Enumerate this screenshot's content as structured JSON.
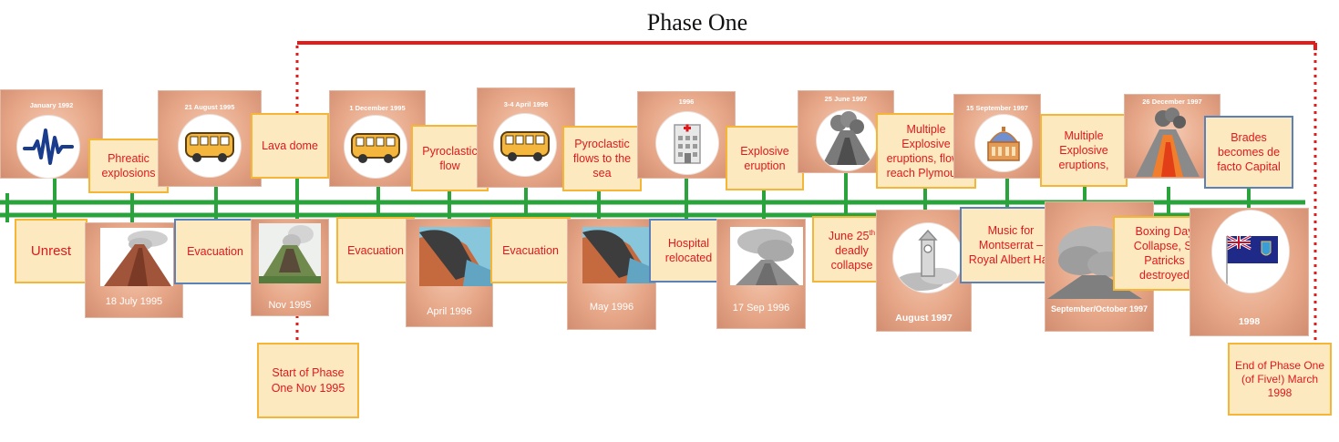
{
  "title": "Phase One",
  "colors": {
    "timeline": "#2aa33c",
    "phase_bracket": "#e31b1b",
    "label_text": "#e0181b",
    "label_fill": "#fde9c0",
    "label_border": "#f5b638",
    "label_border_alt": "#5b82b8"
  },
  "top": {
    "jan1992": {
      "date": "January 1992",
      "icon": "seismograph-icon"
    },
    "phreatic": "Phreatic explosions",
    "aug1995": {
      "date": "21 August 1995",
      "icon": "bus-icon"
    },
    "lavadome": "Lava dome",
    "dec1995": {
      "date": "1 December 1995",
      "icon": "bus-icon"
    },
    "pyroflow": "Pyroclastic flow",
    "apr1996": {
      "date": "3-4 April 1996",
      "icon": "bus-icon"
    },
    "pyrosea": "Pyroclastic flows to the sea",
    "y1996": {
      "date": "1996",
      "icon": "hospital-icon"
    },
    "explosive": "Explosive eruption",
    "jun1997": {
      "date": "25 June 1997",
      "icon": "volcano-collapse-icon"
    },
    "multi1": "Multiple Explosive eruptions, flows reach Plymouth",
    "sep1997": {
      "date": "15 September 1997",
      "icon": "royal-albert-hall-icon"
    },
    "multi2": "Multiple Explosive eruptions,",
    "dec1997": {
      "date": "26 December 1997",
      "icon": "erupting-volcano-icon"
    },
    "brades": "Brades becomes de facto Capital"
  },
  "bottom": {
    "unrest": "Unrest",
    "jul1995": "18 July 1995",
    "evac1": "Evacuation",
    "nov1995": "Nov 1995",
    "evac2": "Evacuation",
    "apr1996": "April 1996",
    "evac3": "Evacuation",
    "may1996": "May 1996",
    "hospital": "Hospital relocated",
    "sep1996": "17 Sep 1996",
    "june25": "June 25th deadly collapse",
    "aug1997": "August 1997",
    "music": "Music for Montserrat – Royal Albert Hall",
    "sepoct1997": "September/October 1997",
    "boxing": "Boxing Day Collapse, St Patricks destroyed",
    "y1998": "1998"
  },
  "phase": {
    "start": "Start of Phase One Nov 1995",
    "end": "End of Phase One (of Five!) March 1998"
  }
}
